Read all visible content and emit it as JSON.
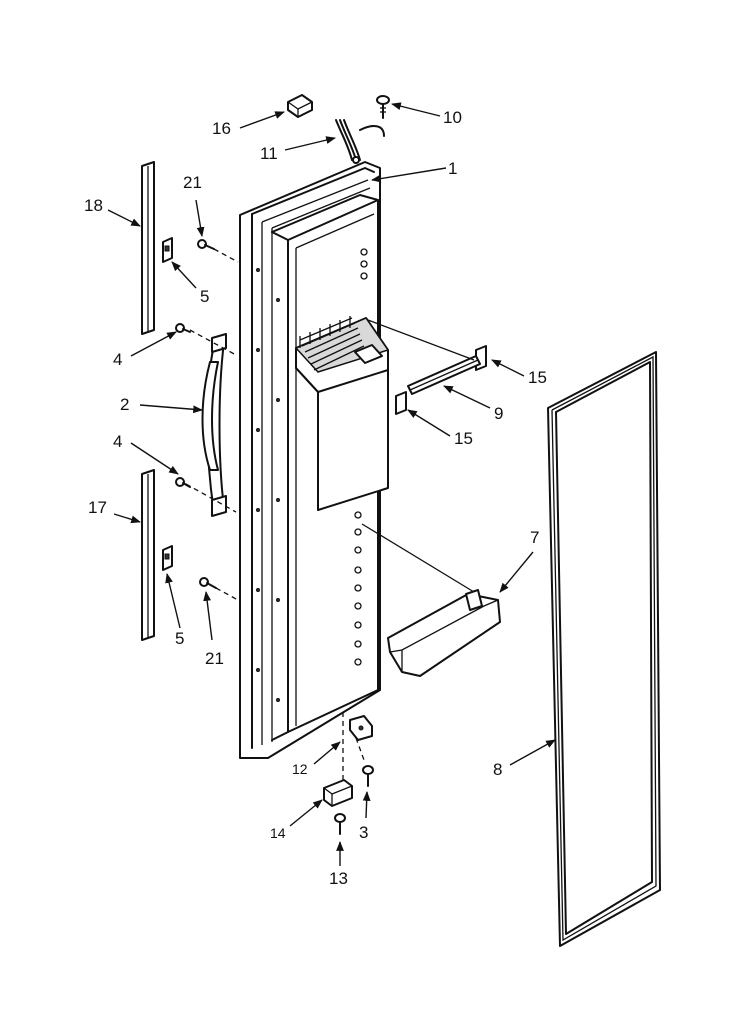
{
  "labels": [
    {
      "id": "1",
      "text": "1"
    },
    {
      "id": "2",
      "text": "2"
    },
    {
      "id": "3",
      "text": "3"
    },
    {
      "id": "4a",
      "text": "4"
    },
    {
      "id": "4b",
      "text": "4"
    },
    {
      "id": "5a",
      "text": "5"
    },
    {
      "id": "5b",
      "text": "5"
    },
    {
      "id": "7",
      "text": "7"
    },
    {
      "id": "8",
      "text": "8"
    },
    {
      "id": "9",
      "text": "9"
    },
    {
      "id": "10",
      "text": "10"
    },
    {
      "id": "11",
      "text": "11"
    },
    {
      "id": "12",
      "text": "12"
    },
    {
      "id": "13",
      "text": "13"
    },
    {
      "id": "14",
      "text": "14"
    },
    {
      "id": "15a",
      "text": "15"
    },
    {
      "id": "15b",
      "text": "15"
    },
    {
      "id": "16",
      "text": "16"
    },
    {
      "id": "17",
      "text": "17"
    },
    {
      "id": "18",
      "text": "18"
    },
    {
      "id": "21a",
      "text": "21"
    },
    {
      "id": "21b",
      "text": "21"
    }
  ]
}
